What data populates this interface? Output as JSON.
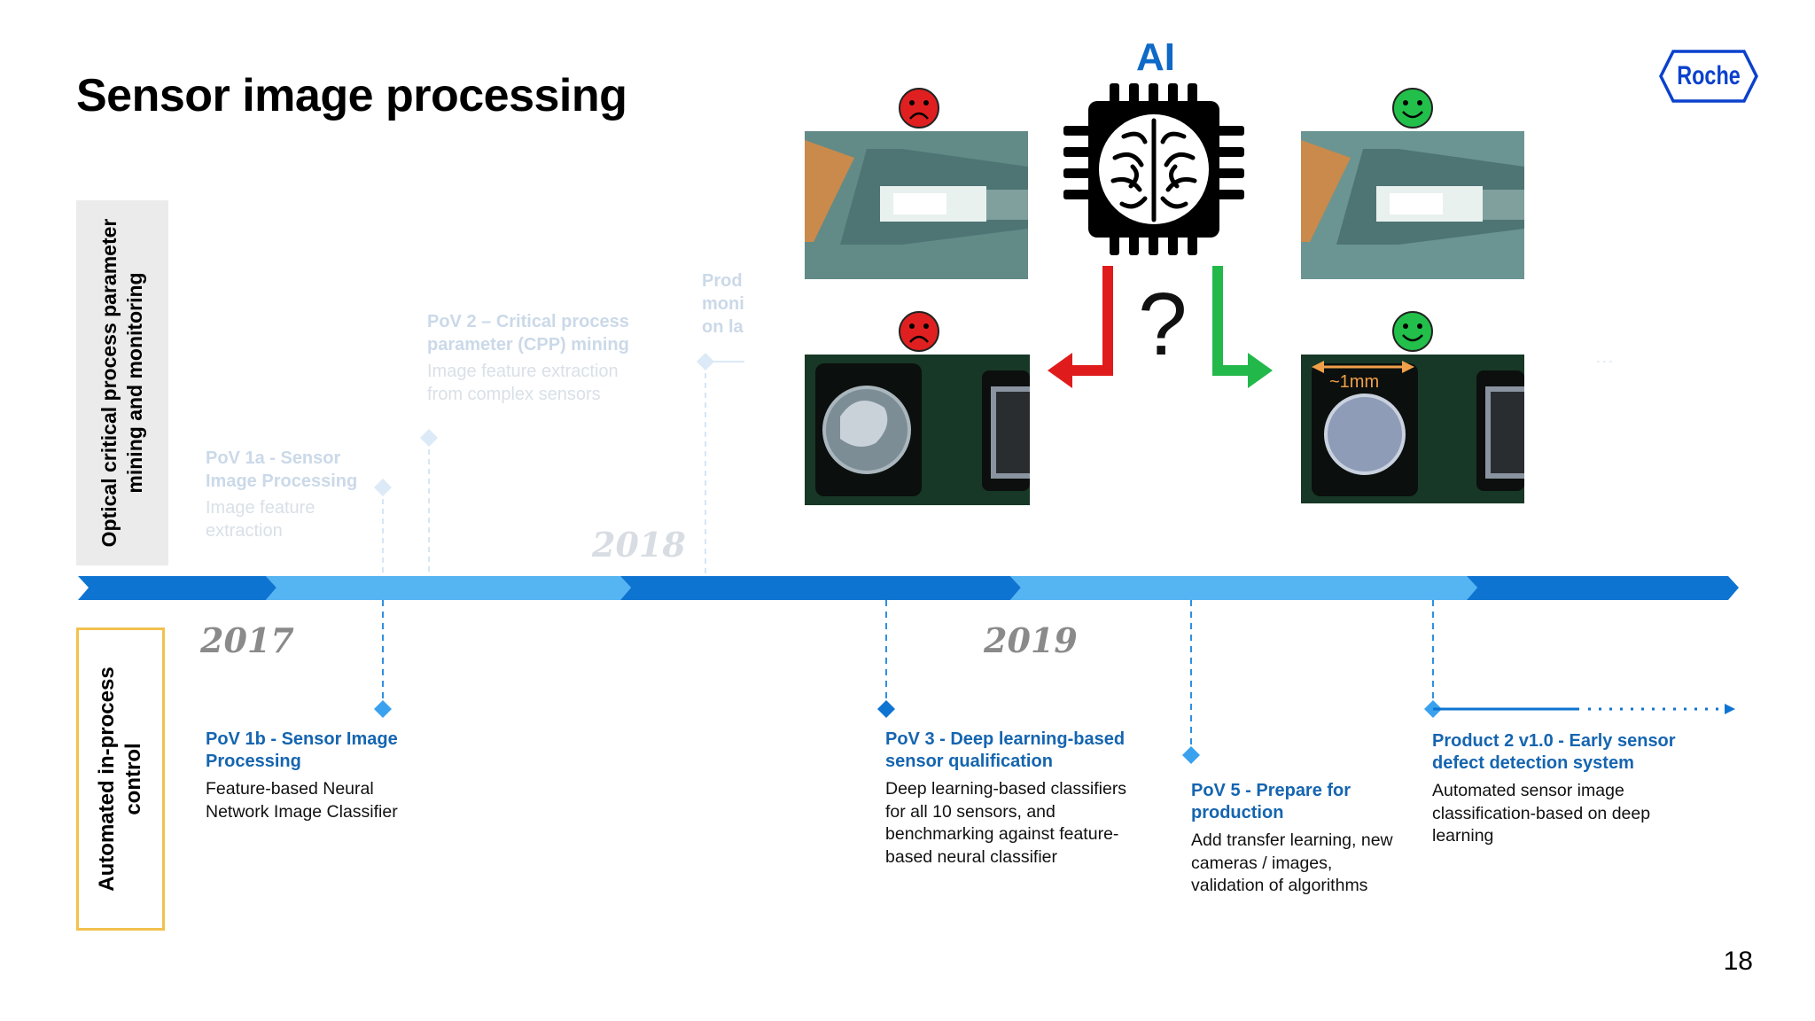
{
  "slide": {
    "title": "Sensor image processing",
    "page_number": "18",
    "logo_text": "Roche"
  },
  "side_labels": {
    "top": "Optical critical process parameter mining and monitoring",
    "bottom": "Automated in-process control"
  },
  "years": {
    "y2017": "2017",
    "y2018": "2018",
    "y2019": "2019"
  },
  "faded_events": {
    "pov1a_title": "PoV 1a - Sensor Image Processing",
    "pov1a_desc": "Image feature extraction",
    "pov2_title": "PoV 2 – Critical process parameter (CPP) mining",
    "pov2_desc": "Image feature extraction from complex sensors",
    "prod_title_1": "Prod",
    "prod_title_2": "moni",
    "prod_title_3": "on la"
  },
  "events": [
    {
      "title": "PoV 1b - Sensor Image Processing",
      "desc": "Feature-based Neural Network Image Classifier"
    },
    {
      "title": "PoV 3 - Deep learning-based sensor qualification",
      "desc": "Deep learning-based classifiers for all 10 sensors, and benchmarking against feature-based neural classifier"
    },
    {
      "title": "PoV 5 - Prepare for production",
      "desc": "Add transfer learning, new cameras / images, validation of algorithms"
    },
    {
      "title": "Product 2 v1.0 - Early sensor defect detection system",
      "desc": "Automated sensor image classification-based on deep learning"
    }
  ],
  "graphic": {
    "ai_label": "AI",
    "question_mark": "?",
    "scale_label": "~1mm"
  },
  "colors": {
    "timeline_dark": "#0e74d1",
    "timeline_light": "#55b4f2",
    "accent_blue": "#1565b0",
    "bad_red": "#e02020",
    "good_green": "#22b84a"
  }
}
